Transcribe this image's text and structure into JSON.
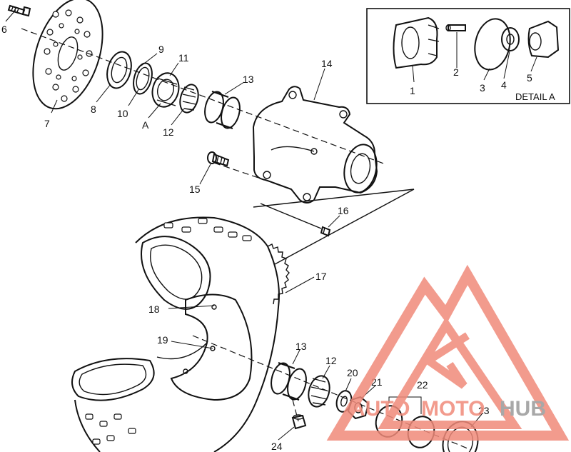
{
  "callouts": {
    "c1": "1",
    "c2": "2",
    "c3": "3",
    "c4": "4",
    "c5": "5",
    "c6": "6",
    "c7": "7",
    "c8": "8",
    "c9": "9",
    "c10": "10",
    "c11": "11",
    "c12a": "12",
    "c13a": "13",
    "c14": "14",
    "c15": "15",
    "c16": "16",
    "c17": "17",
    "c18": "18",
    "c19": "19",
    "c13b": "13",
    "c12b": "12",
    "c20": "20",
    "c21": "21",
    "c22": "22",
    "c23": "23",
    "c24": "24",
    "cA": "A"
  },
  "detail_label": "DETAIL A",
  "watermark": {
    "brand_part1": "AUTO",
    "brand_part2": "MOTO",
    "brand_part3": "HUB",
    "color_primary": "#f08a7a",
    "color_secondary": "#9a9a9a"
  }
}
